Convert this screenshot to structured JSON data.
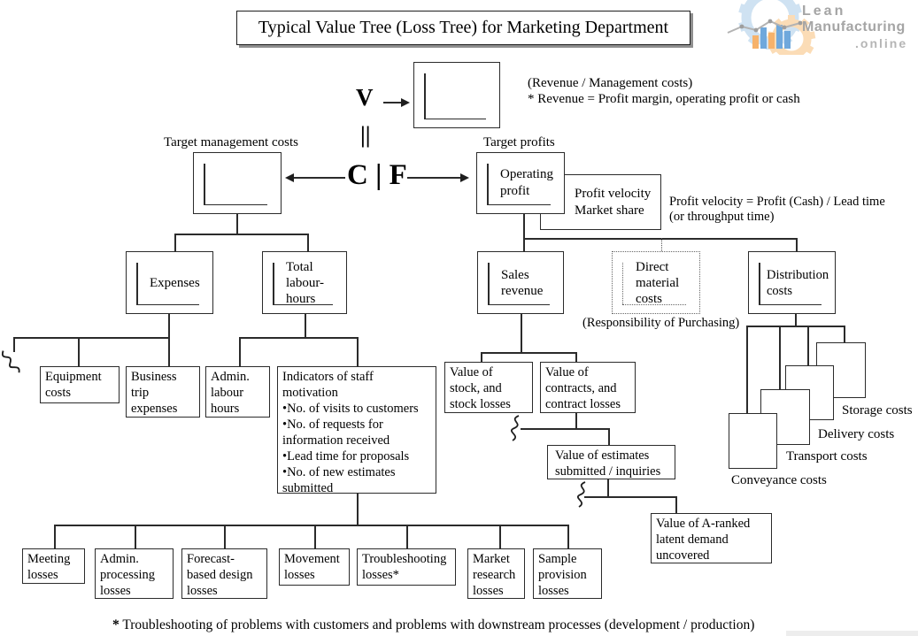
{
  "title": "Typical Value Tree (Loss Tree) for Marketing Department",
  "logo": {
    "word1": "Lean",
    "word2": "Manufacturing",
    "word3": ".online",
    "gear_blue": "#cfe2f2",
    "gear_orange": "#fbdcb6",
    "bar_blue": "#6fa8dc",
    "bar_orange": "#f6b26b",
    "line_gray": "#b3b3b3"
  },
  "formula": {
    "v": "V",
    "equals": "||",
    "cf": "C | F",
    "revenue_ratio_note": "(Revenue / Management costs)",
    "revenue_def_note": "* Revenue = Profit margin, operating profit or cash"
  },
  "annotations": {
    "target_management_costs": "Target management costs",
    "target_profits": "Target profits",
    "profit_velocity_line1": "Profit velocity = Profit (Cash) / Lead time",
    "profit_velocity_line2": "(or throughput time)",
    "responsibility_purchasing": "(Responsibility of Purchasing)",
    "storage_costs": "Storage costs",
    "delivery_costs": "Delivery costs",
    "transport_costs": "Transport costs",
    "conveyance_costs": "Conveyance costs"
  },
  "boxes": {
    "operating_profit": "Operating\nprofit",
    "profit_velocity": "Profit velocity\nMarket share",
    "expenses": "Expenses",
    "total_labour_hours": "Total\nlabour-\nhours",
    "equipment_costs": "Equipment\ncosts",
    "business_trip_expenses": "Business\ntrip\nexpenses",
    "admin_labour_hours": "Admin.\nlabour\nhours",
    "staff_motivation": "Indicators of staff\nmotivation\n•No. of visits to customers\n•No. of requests for\ninformation received\n•Lead time for proposals\n•No. of new estimates\nsubmitted",
    "sales_revenue": "Sales\nrevenue",
    "direct_material_costs": "Direct\nmaterial\ncosts",
    "distribution_costs": "Distribution\ncosts",
    "value_of_stock": "Value of\nstock, and\nstock losses",
    "value_of_contracts": "Value of\ncontracts, and\ncontract losses",
    "value_of_estimates": "Value of estimates\nsubmitted / inquiries",
    "value_of_a_ranked": "Value of A-ranked\nlatent demand\nuncovered",
    "meeting_losses": "Meeting\nlosses",
    "admin_processing_losses": "Admin.\nprocessing\nlosses",
    "forecast_design_losses": "Forecast-\nbased design\nlosses",
    "movement_losses": "Movement\nlosses",
    "troubleshooting_losses": "Troubleshooting\nlosses*",
    "market_research_losses": "Market\nresearch\nlosses",
    "sample_provision_losses": "Sample\nprovision\nlosses"
  },
  "footnote": {
    "mark": "*",
    "text": " Troubleshooting of problems with customers and problems with downstream processes (development / production)"
  }
}
